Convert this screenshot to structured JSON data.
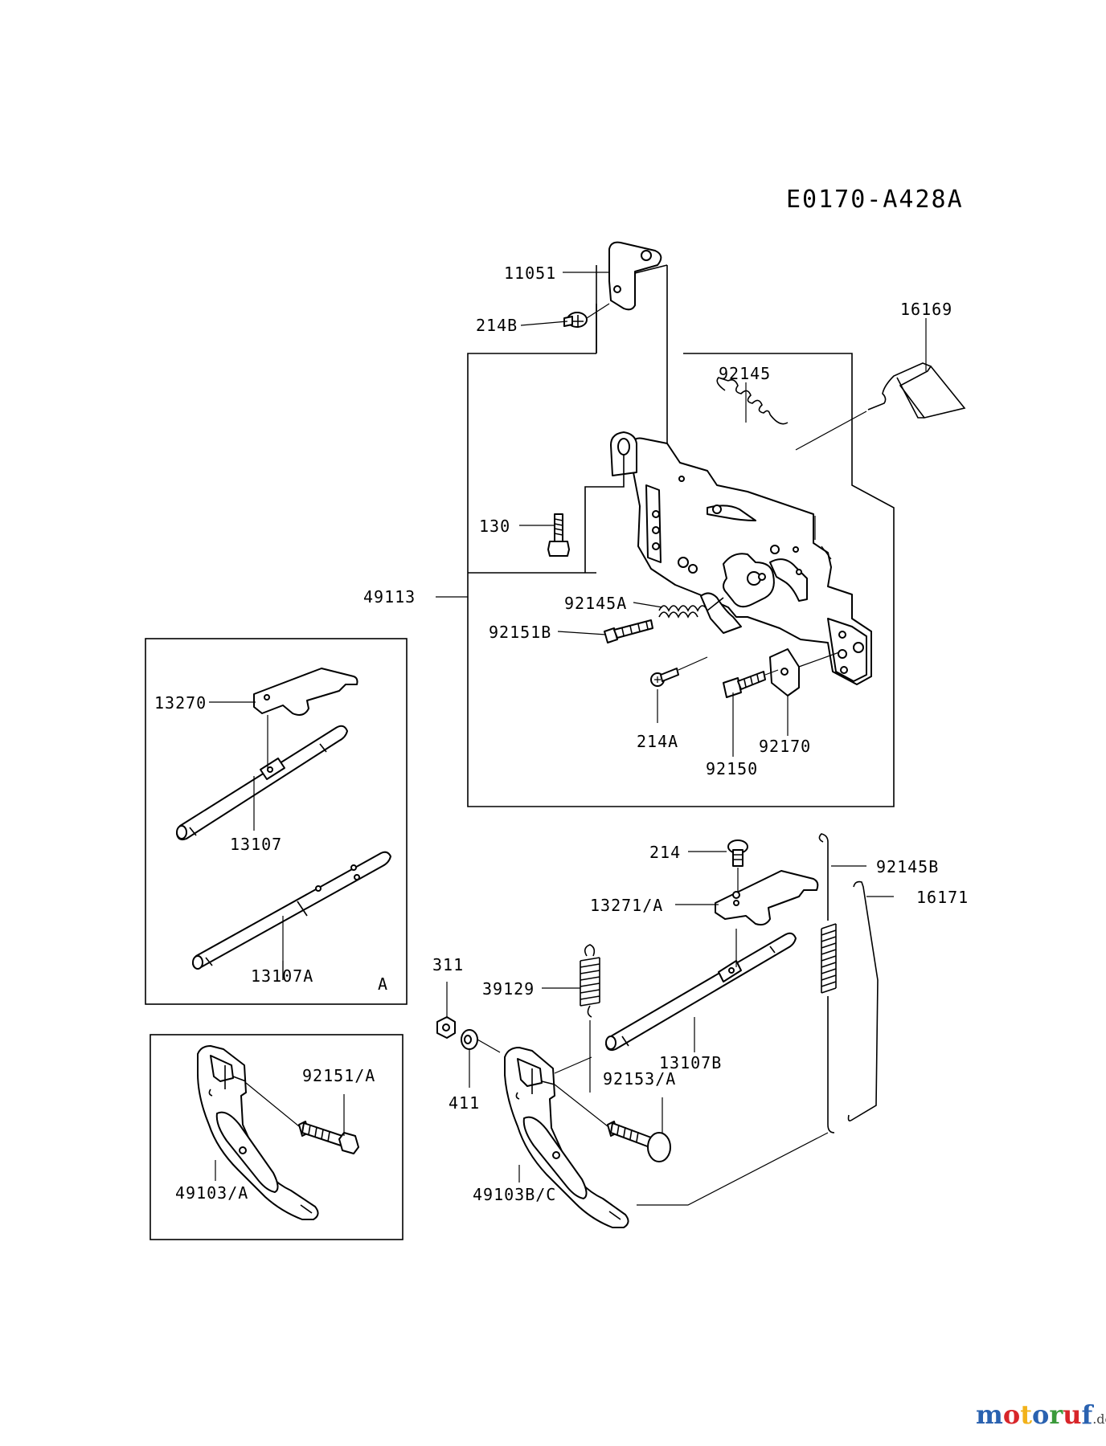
{
  "diagram": {
    "code": "E0170-A428A",
    "inset_label": "A",
    "parts": {
      "p11051": "11051",
      "p214B": "214B",
      "p16169": "16169",
      "p92145": "92145",
      "p130": "130",
      "p49113": "49113",
      "p92145A": "92145A",
      "p92151B": "92151B",
      "p214A": "214A",
      "p92170": "92170",
      "p92150": "92150",
      "p13270": "13270",
      "p13107": "13107",
      "p13107A": "13107A",
      "p214": "214",
      "p92145B": "92145B",
      "p16171": "16171",
      "p13271A": "13271/A",
      "p311": "311",
      "p39129": "39129",
      "p13107B": "13107B",
      "p411": "411",
      "p92153A": "92153/A",
      "p92151A": "92151/A",
      "p49103A": "49103/A",
      "p49103BC": "49103B/C"
    }
  },
  "watermark": {
    "text": "motoruf",
    "suffix": ".de",
    "colors": {
      "m": "#2a62b0",
      "o1": "#d8262a",
      "t": "#f2b21a",
      "o2": "#2a62b0",
      "r": "#3a9a3a",
      "u": "#d8262a",
      "f": "#2a62b0"
    }
  }
}
